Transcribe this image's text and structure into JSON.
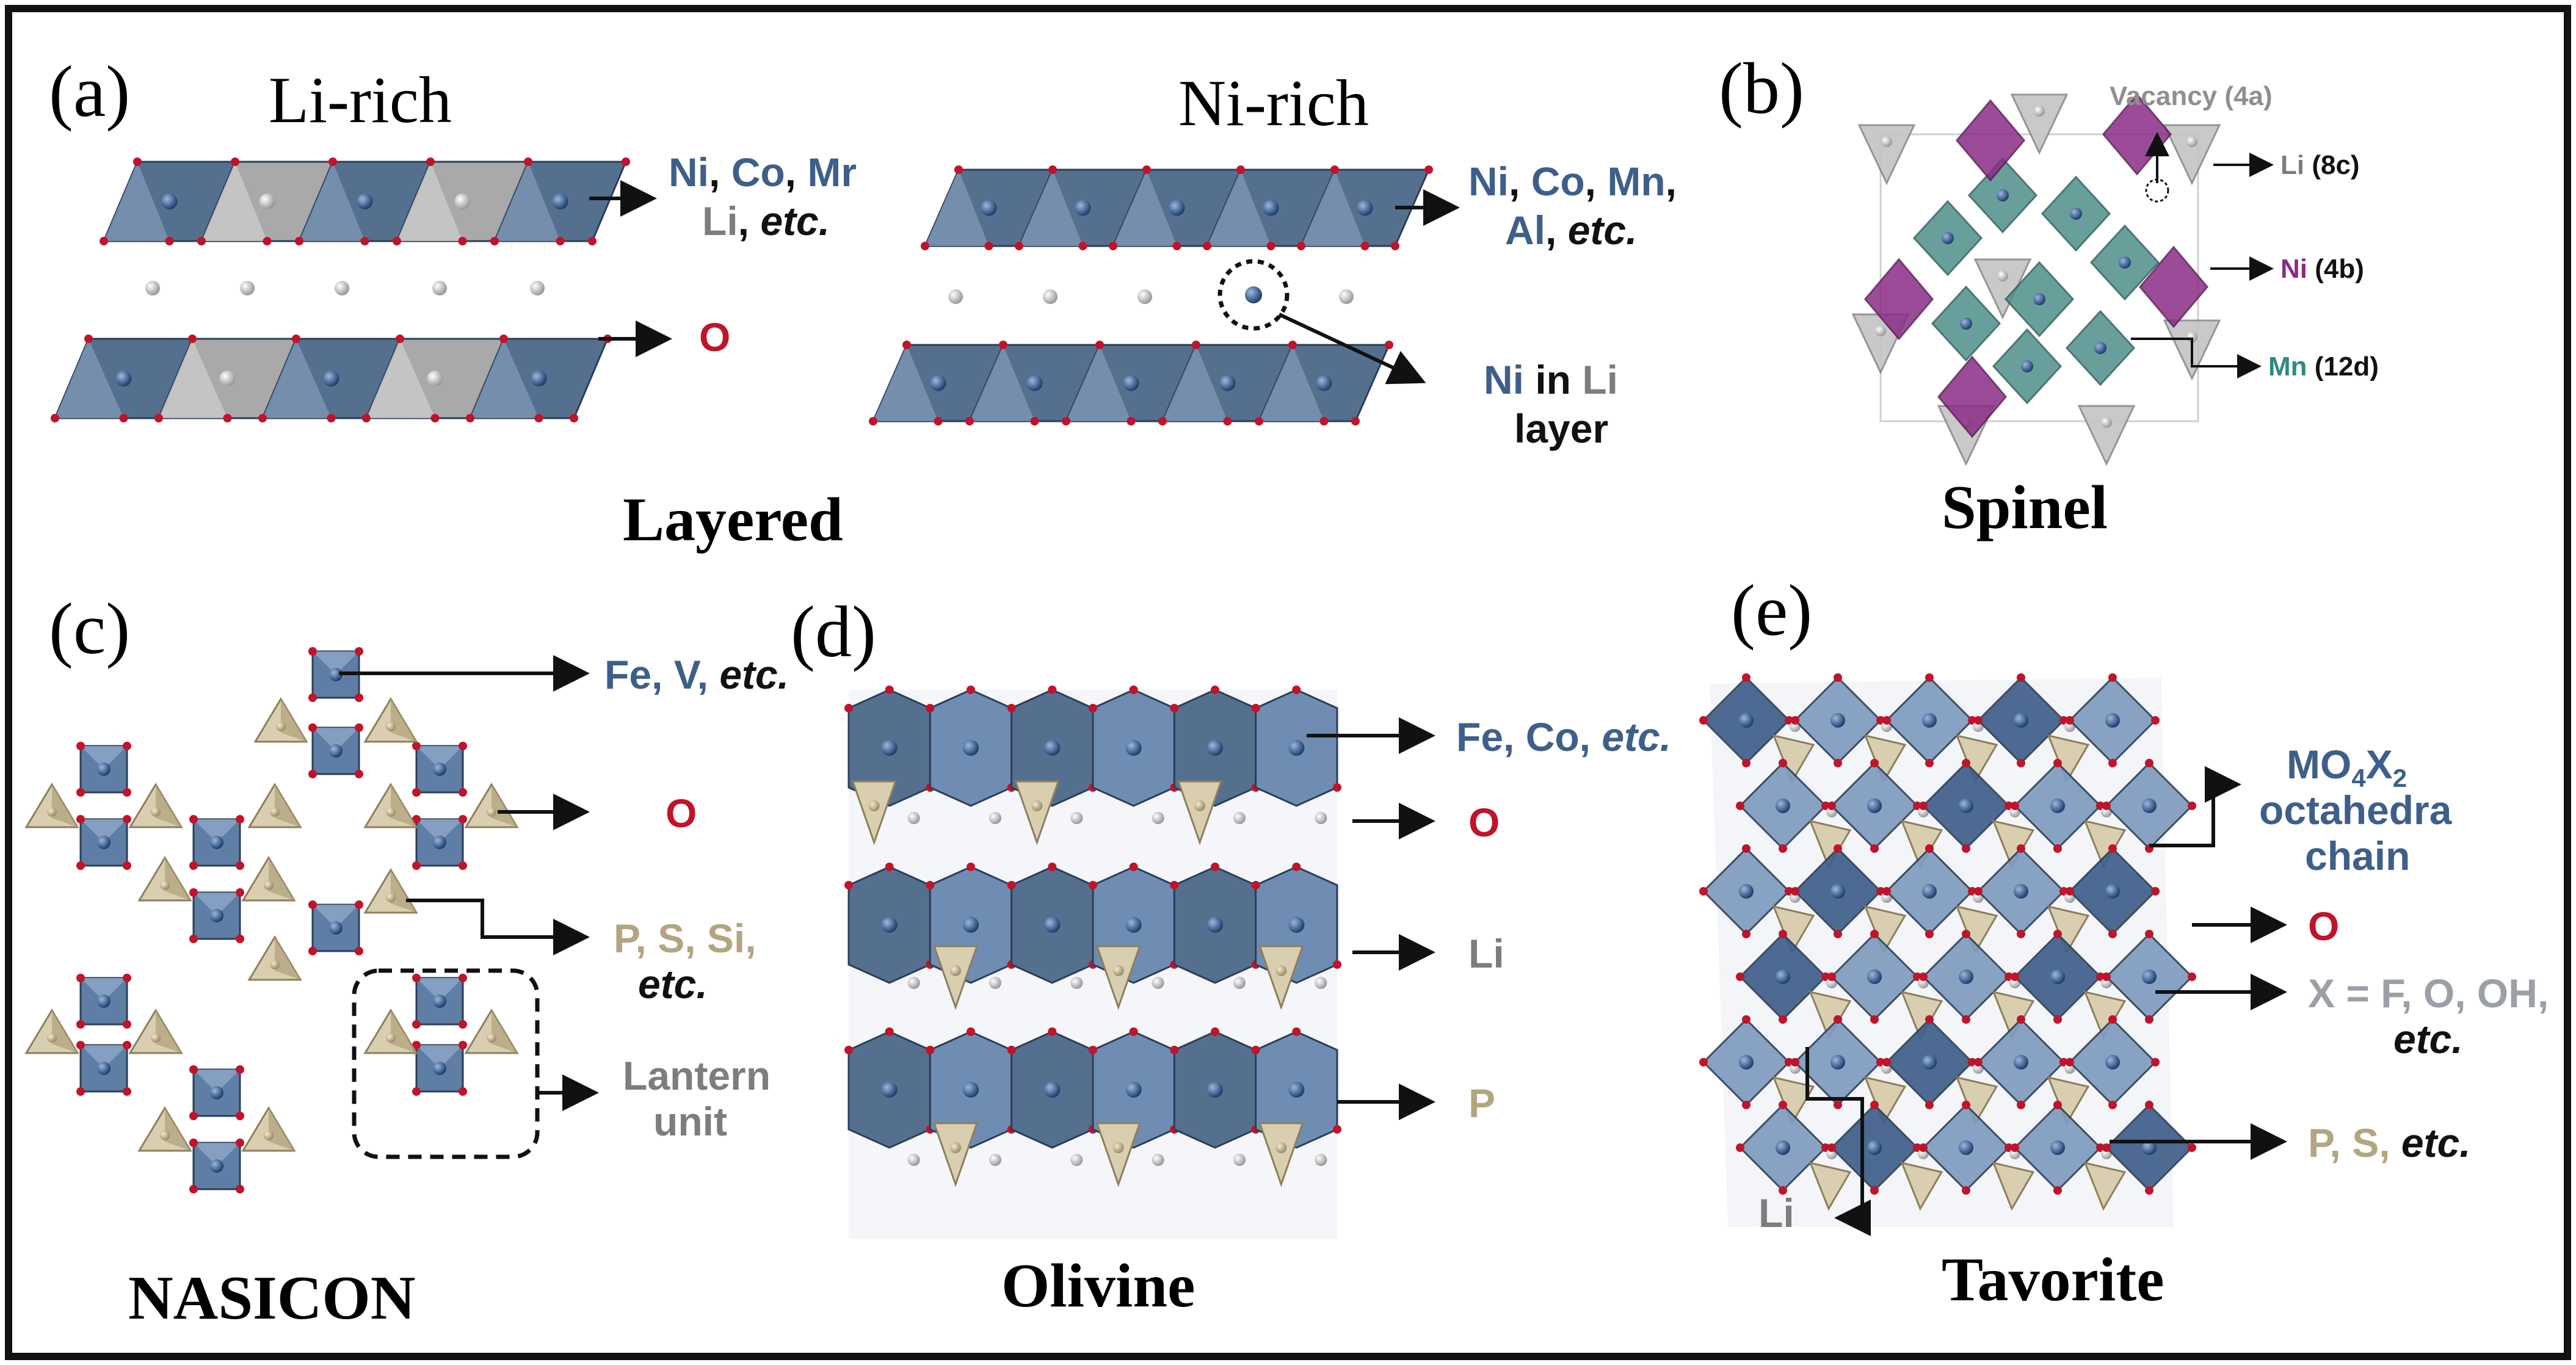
{
  "colors": {
    "metal": "#3e5f8a",
    "oxygen": "#c0142b",
    "lithium": "#7d7d7d",
    "phosphate": "#b3a57f",
    "nickel": "#8a2c85",
    "manganese": "#2e8a84",
    "vacancy": "#8f8f8f",
    "dark": "#111111"
  },
  "panel_a": {
    "letter": "(a)",
    "li_rich": {
      "title": "Li-rich",
      "tm_label_line1": [
        "Ni",
        ", ",
        "Co",
        ", ",
        "Mr"
      ],
      "tm_label_line2": [
        "Li",
        ", ",
        "etc."
      ],
      "o_label": "O"
    },
    "ni_rich": {
      "title": "Ni-rich",
      "tm_label_line1": [
        "Ni",
        ", ",
        "Co",
        ", ",
        "Mn",
        ","
      ],
      "tm_label_line2": [
        "Al",
        ", ",
        "etc."
      ],
      "defect_label_line1": [
        "Ni",
        " in ",
        "Li"
      ],
      "defect_label_line2": "layer"
    },
    "structure_name": "Layered"
  },
  "panel_b": {
    "letter": "(b)",
    "vacancy_label": "Vacancy (4a)",
    "li_label": [
      "Li",
      " (8c)"
    ],
    "ni_label": [
      "Ni",
      " (4b)"
    ],
    "mn_label": [
      "Mn",
      " (12d)"
    ],
    "structure_name": "Spinel"
  },
  "panel_c": {
    "letter": "(c)",
    "metal_label": [
      "Fe, V, ",
      "etc."
    ],
    "o_label": "O",
    "polyanion_label_line1": "P, S, Si,",
    "polyanion_label_line2": "etc.",
    "lantern_line1": "Lantern",
    "lantern_line2": "unit",
    "structure_name": "NASICON"
  },
  "panel_d": {
    "letter": "(d)",
    "metal_label": [
      "Fe, Co, ",
      "etc."
    ],
    "o_label": "O",
    "li_label": "Li",
    "p_label": "P",
    "structure_name": "Olivine"
  },
  "panel_e": {
    "letter": "(e)",
    "chain_line1_base": "MO",
    "chain_sub1": "4",
    "chain_mid": "X",
    "chain_sub2": "2",
    "chain_line2": "octahedra",
    "chain_line3": "chain",
    "o_label": "O",
    "x_label_line1": "X = F, O, OH,",
    "x_label_line2": "etc.",
    "p_label": [
      "P, S, ",
      "etc."
    ],
    "li_label": "Li",
    "structure_name": "Tavorite"
  }
}
